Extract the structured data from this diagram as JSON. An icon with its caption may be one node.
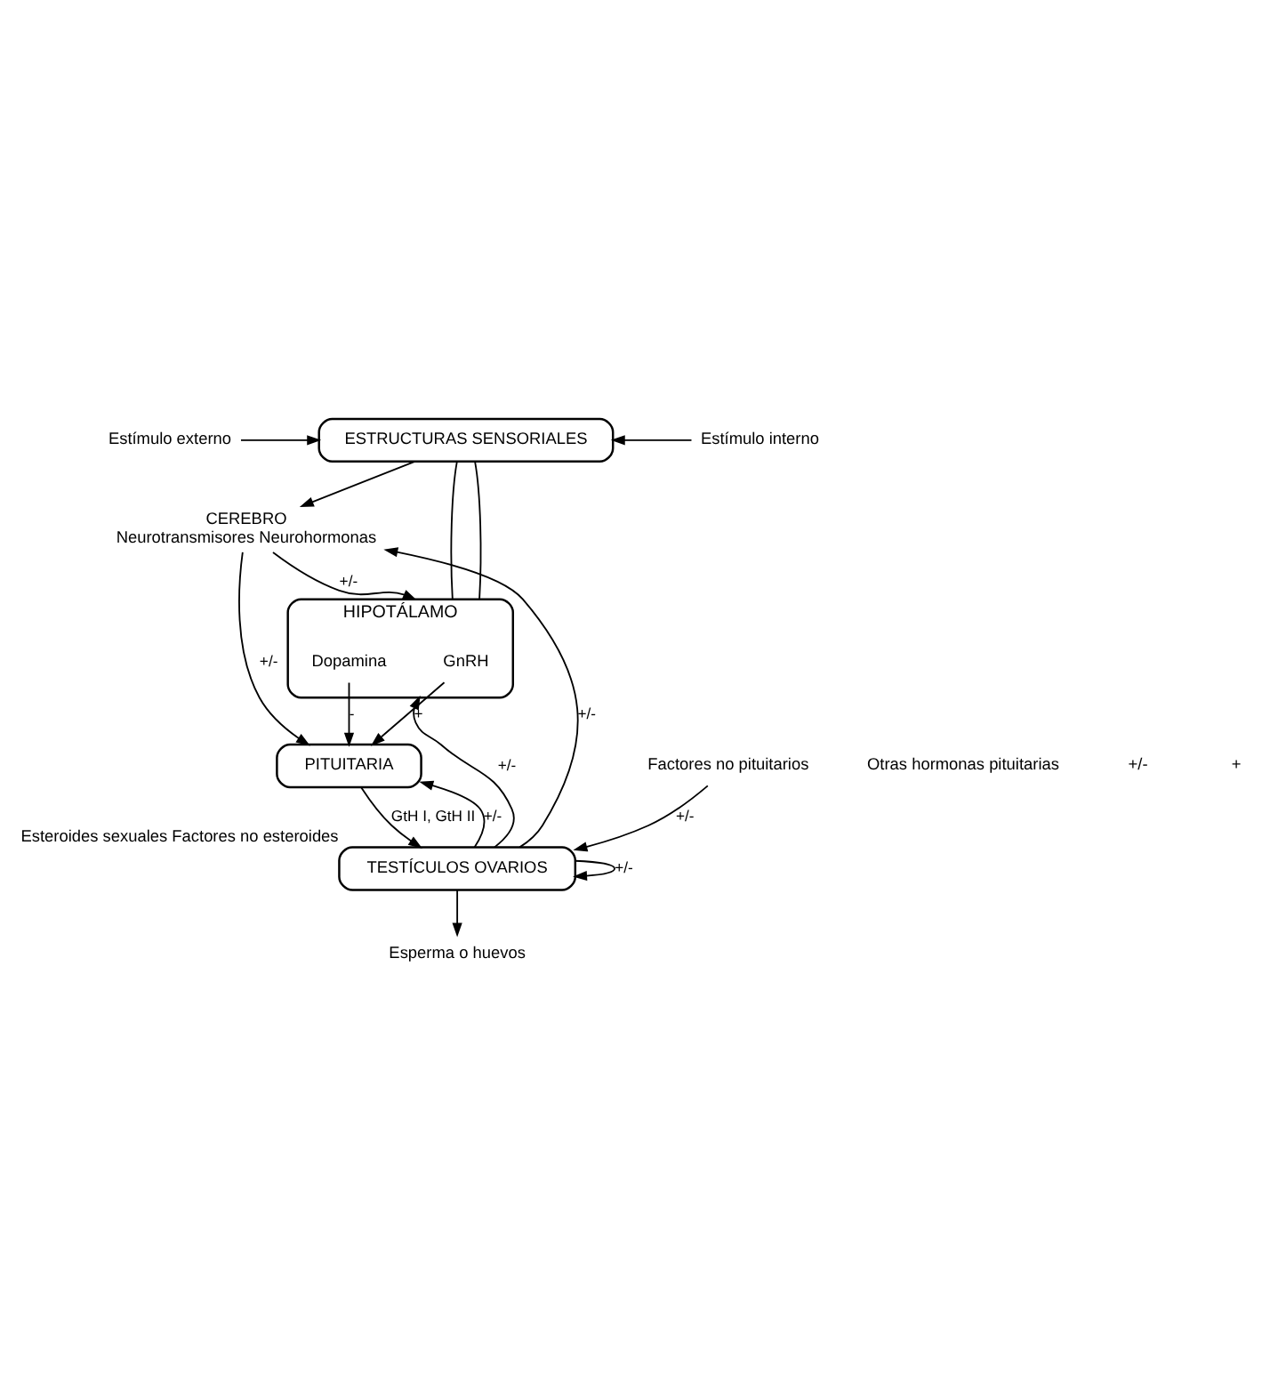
{
  "diagram": {
    "nodes": [
      {
        "text": [
          "Estímulo externo"
        ]
      },
      {
        "text": [
          "ESTRUCTURAS SENSORIALES"
        ]
      },
      {
        "text": [
          "Estímulo interno"
        ]
      },
      {
        "text": [
          "CEREBRO",
          "Neurotransmisores Neurohormonas"
        ]
      },
      {
        "text": [
          "HIPOTÁLAMO"
        ]
      },
      {
        "text": [
          "GnRH"
        ],
        "in": 4
      },
      {
        "text": [
          "Dopamina"
        ],
        "in": 4
      },
      {
        "text": [
          "PITUITARIA"
        ]
      },
      {
        "text": [
          "Factores no pituitarios"
        ]
      },
      {
        "text": [
          "TESTÍCULOS OVARIOS"
        ],
        "beside": [
          "Esteroides sexuales Factores no esteroides"
        ]
      },
      {
        "text": [
          "Esperma o huevos"
        ]
      }
    ],
    "edges": [
      {
        "from": 0,
        "to": 1,
        "arrow": "to"
      },
      {
        "from": 2,
        "to": 1,
        "arrow": "to"
      },
      {
        "from": 1,
        "to": 3,
        "arrow": "to"
      },
      {
        "from": 3,
        "to": 4,
        "arrow": "to",
        "label": "+/-"
      },
      {
        "from": 5,
        "to": 7,
        "arrow": "to",
        "label": "+"
      },
      {
        "from": 6,
        "to": 7,
        "arrow": "to",
        "label": "-"
      },
      {
        "from": 3,
        "to": 7,
        "arrow": "to",
        "label": "+/-"
      },
      {
        "from": 1,
        "to": 4,
        "arrow": "none"
      },
      {
        "from": 1,
        "to": 4,
        "arrow": "none"
      },
      {
        "from": 7,
        "to": 9,
        "arrow": "to",
        "label": "GtH I, GtH II"
      },
      {
        "from": 8,
        "to": 9,
        "arrow": "to",
        "label": "+/-"
      },
      {
        "from": 9,
        "to": 3,
        "arrow": "to",
        "label": "+/-"
      },
      {
        "from": 9,
        "to": 4,
        "arrow": "to",
        "label": "+/-"
      },
      {
        "from": 9,
        "to": 7,
        "arrow": "to",
        "label": "+/-"
      },
      {
        "from": 9,
        "to": 9,
        "arrow": "to",
        "label": "+/-"
      },
      {
        "from": 9,
        "to": 10,
        "arrow": "to"
      }
    ],
    "labels": [
      "Otras hormonas pituitarias",
      "+/-",
      "+"
    ]
  }
}
